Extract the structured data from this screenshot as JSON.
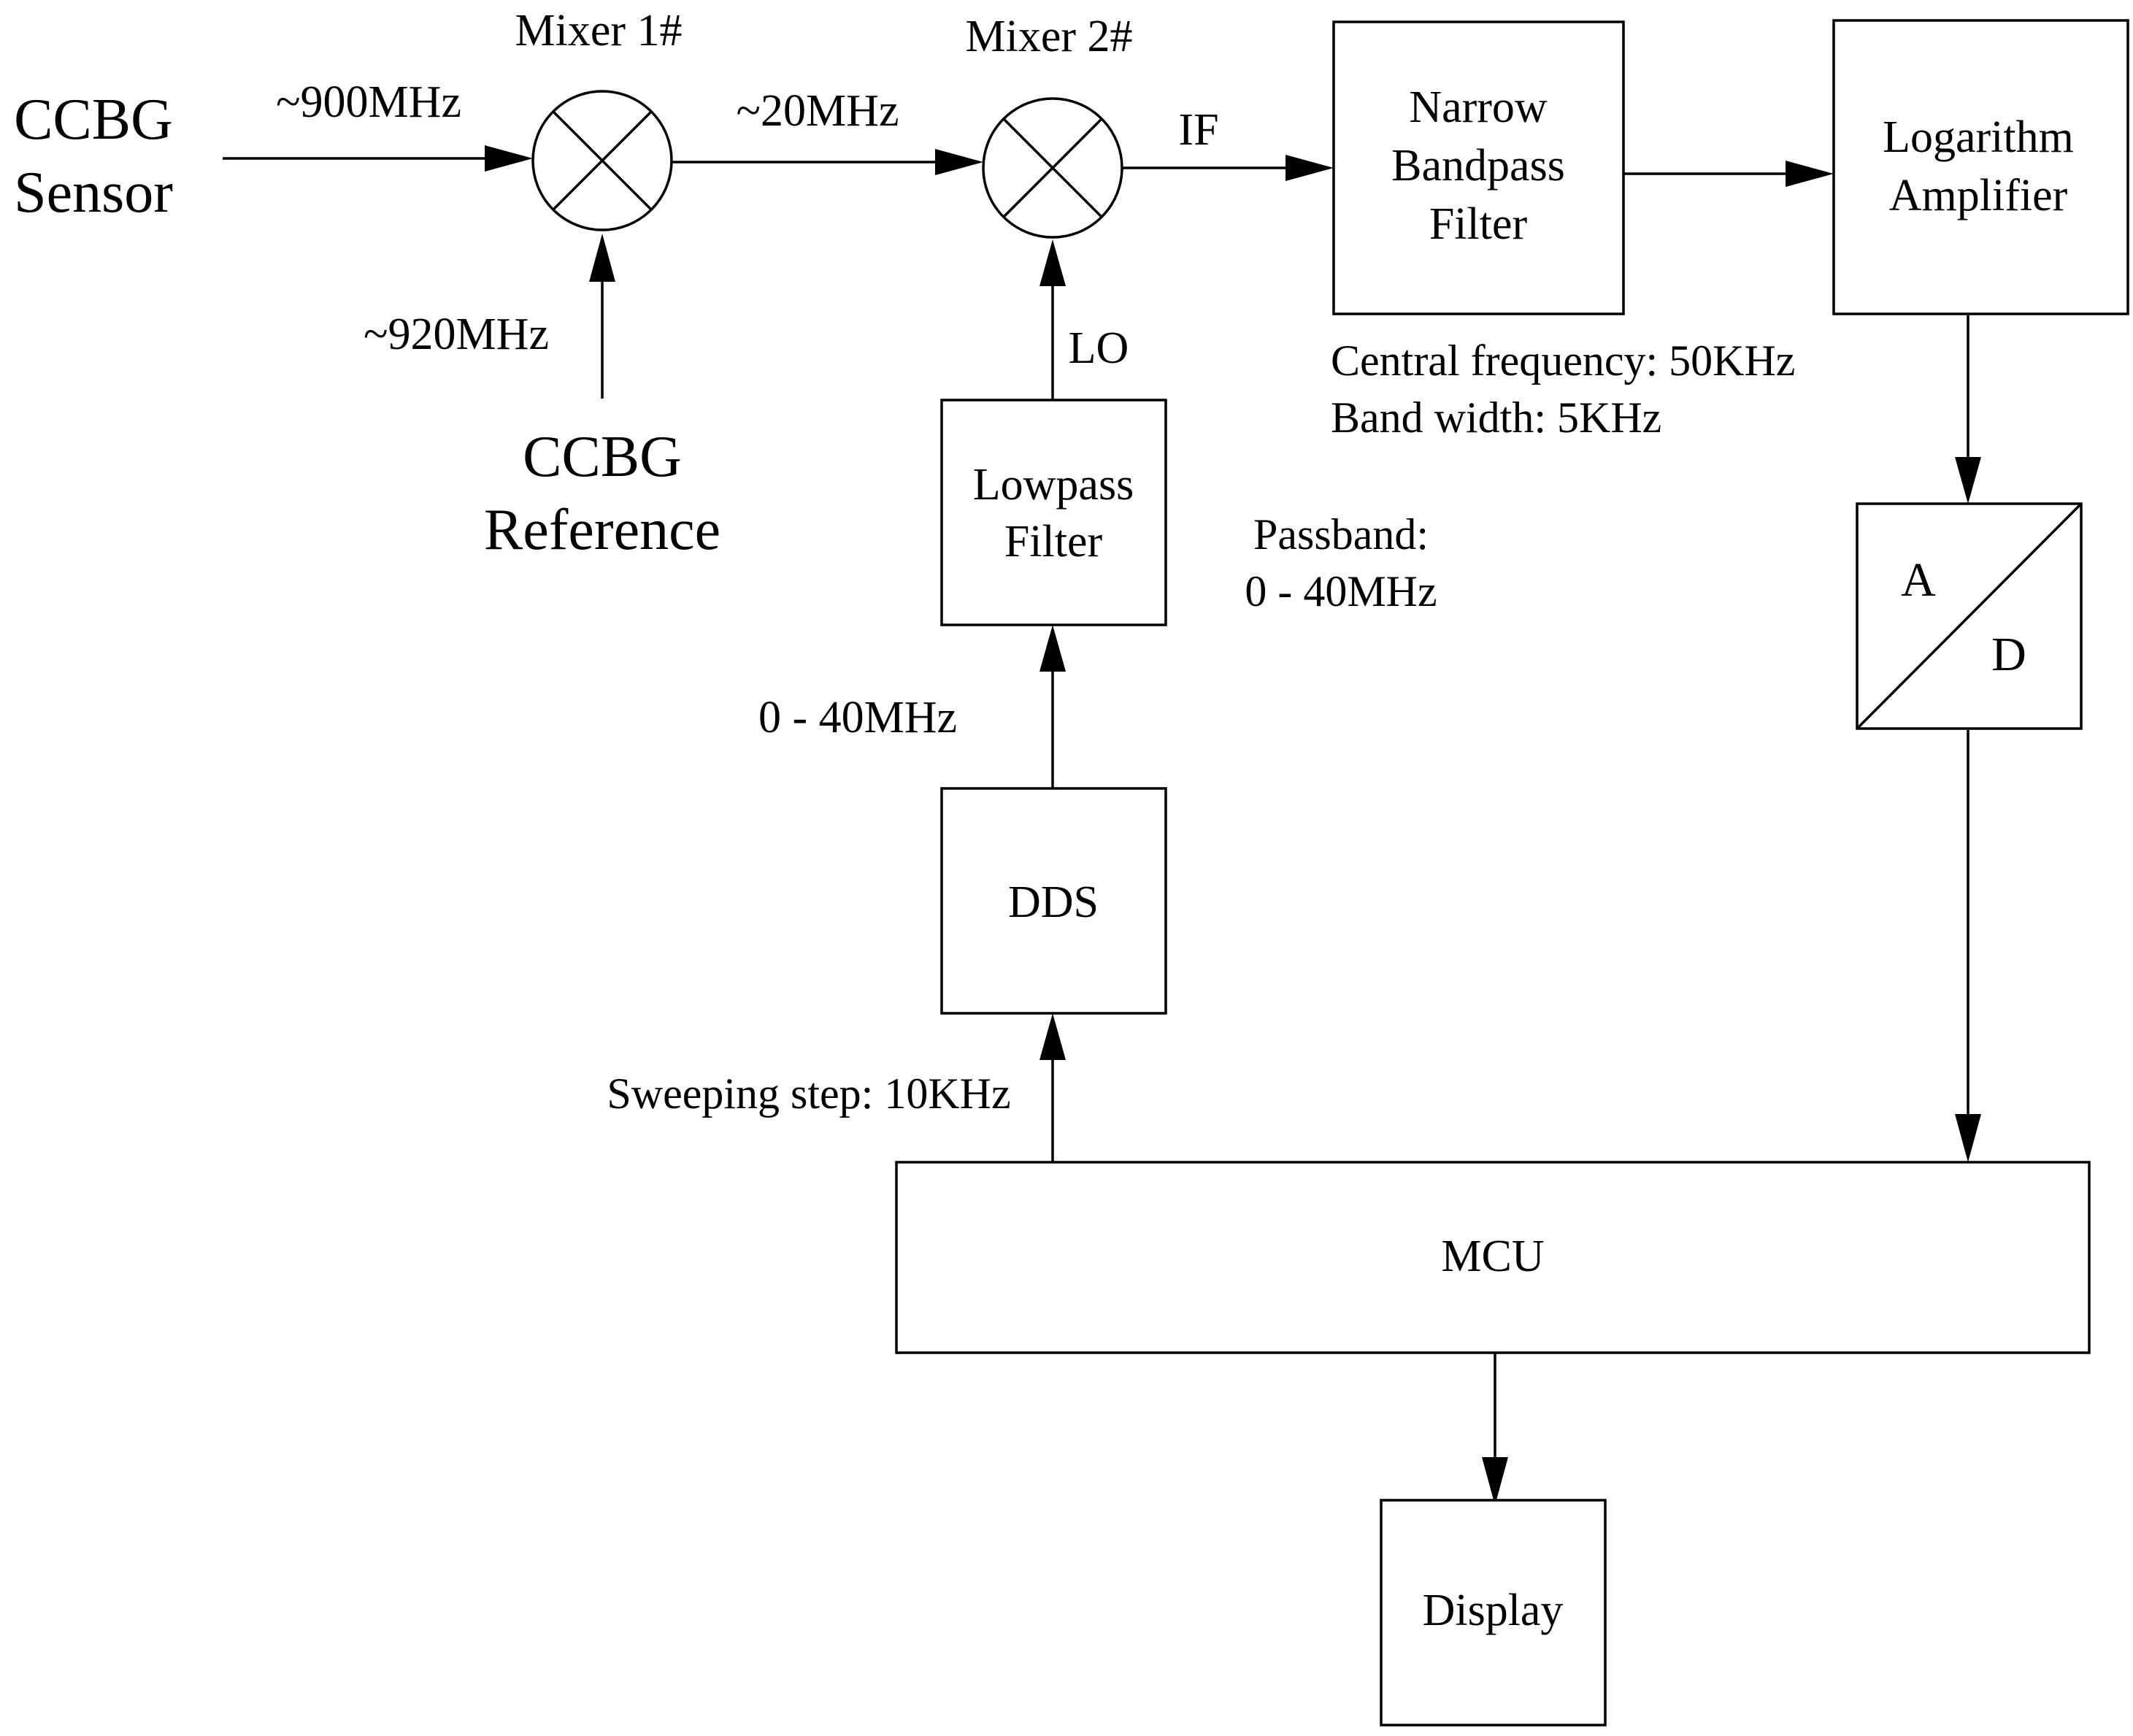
{
  "inputs": {
    "sensor": [
      "CCBG",
      "Sensor"
    ],
    "reference": [
      "CCBG",
      "Reference"
    ]
  },
  "mixers": {
    "mixer1": "Mixer 1#",
    "mixer2": "Mixer 2#"
  },
  "signals": {
    "rf_sensor": "~900MHz",
    "rf_reference": "~920MHz",
    "if_first": "~20MHz",
    "if_second": "IF",
    "lo": "LO",
    "dds_out": "0 - 40MHz"
  },
  "blocks": {
    "narrow_bandpass": [
      "Narrow",
      "Bandpass",
      "Filter"
    ],
    "log_amp": [
      "Logarithm",
      "Amplifier"
    ],
    "lowpass": [
      "Lowpass",
      "Filter"
    ],
    "dds": "DDS",
    "adc_a": "A",
    "adc_d": "D",
    "mcu": "MCU",
    "display": "Display"
  },
  "annotations": {
    "bpf_center": "Central frequency: 50KHz",
    "bpf_bandwidth": "Band width: 5KHz",
    "lpf_passband_title": "Passband:",
    "lpf_passband_range": "0 - 40MHz",
    "sweep_step": "Sweeping step: 10KHz"
  }
}
